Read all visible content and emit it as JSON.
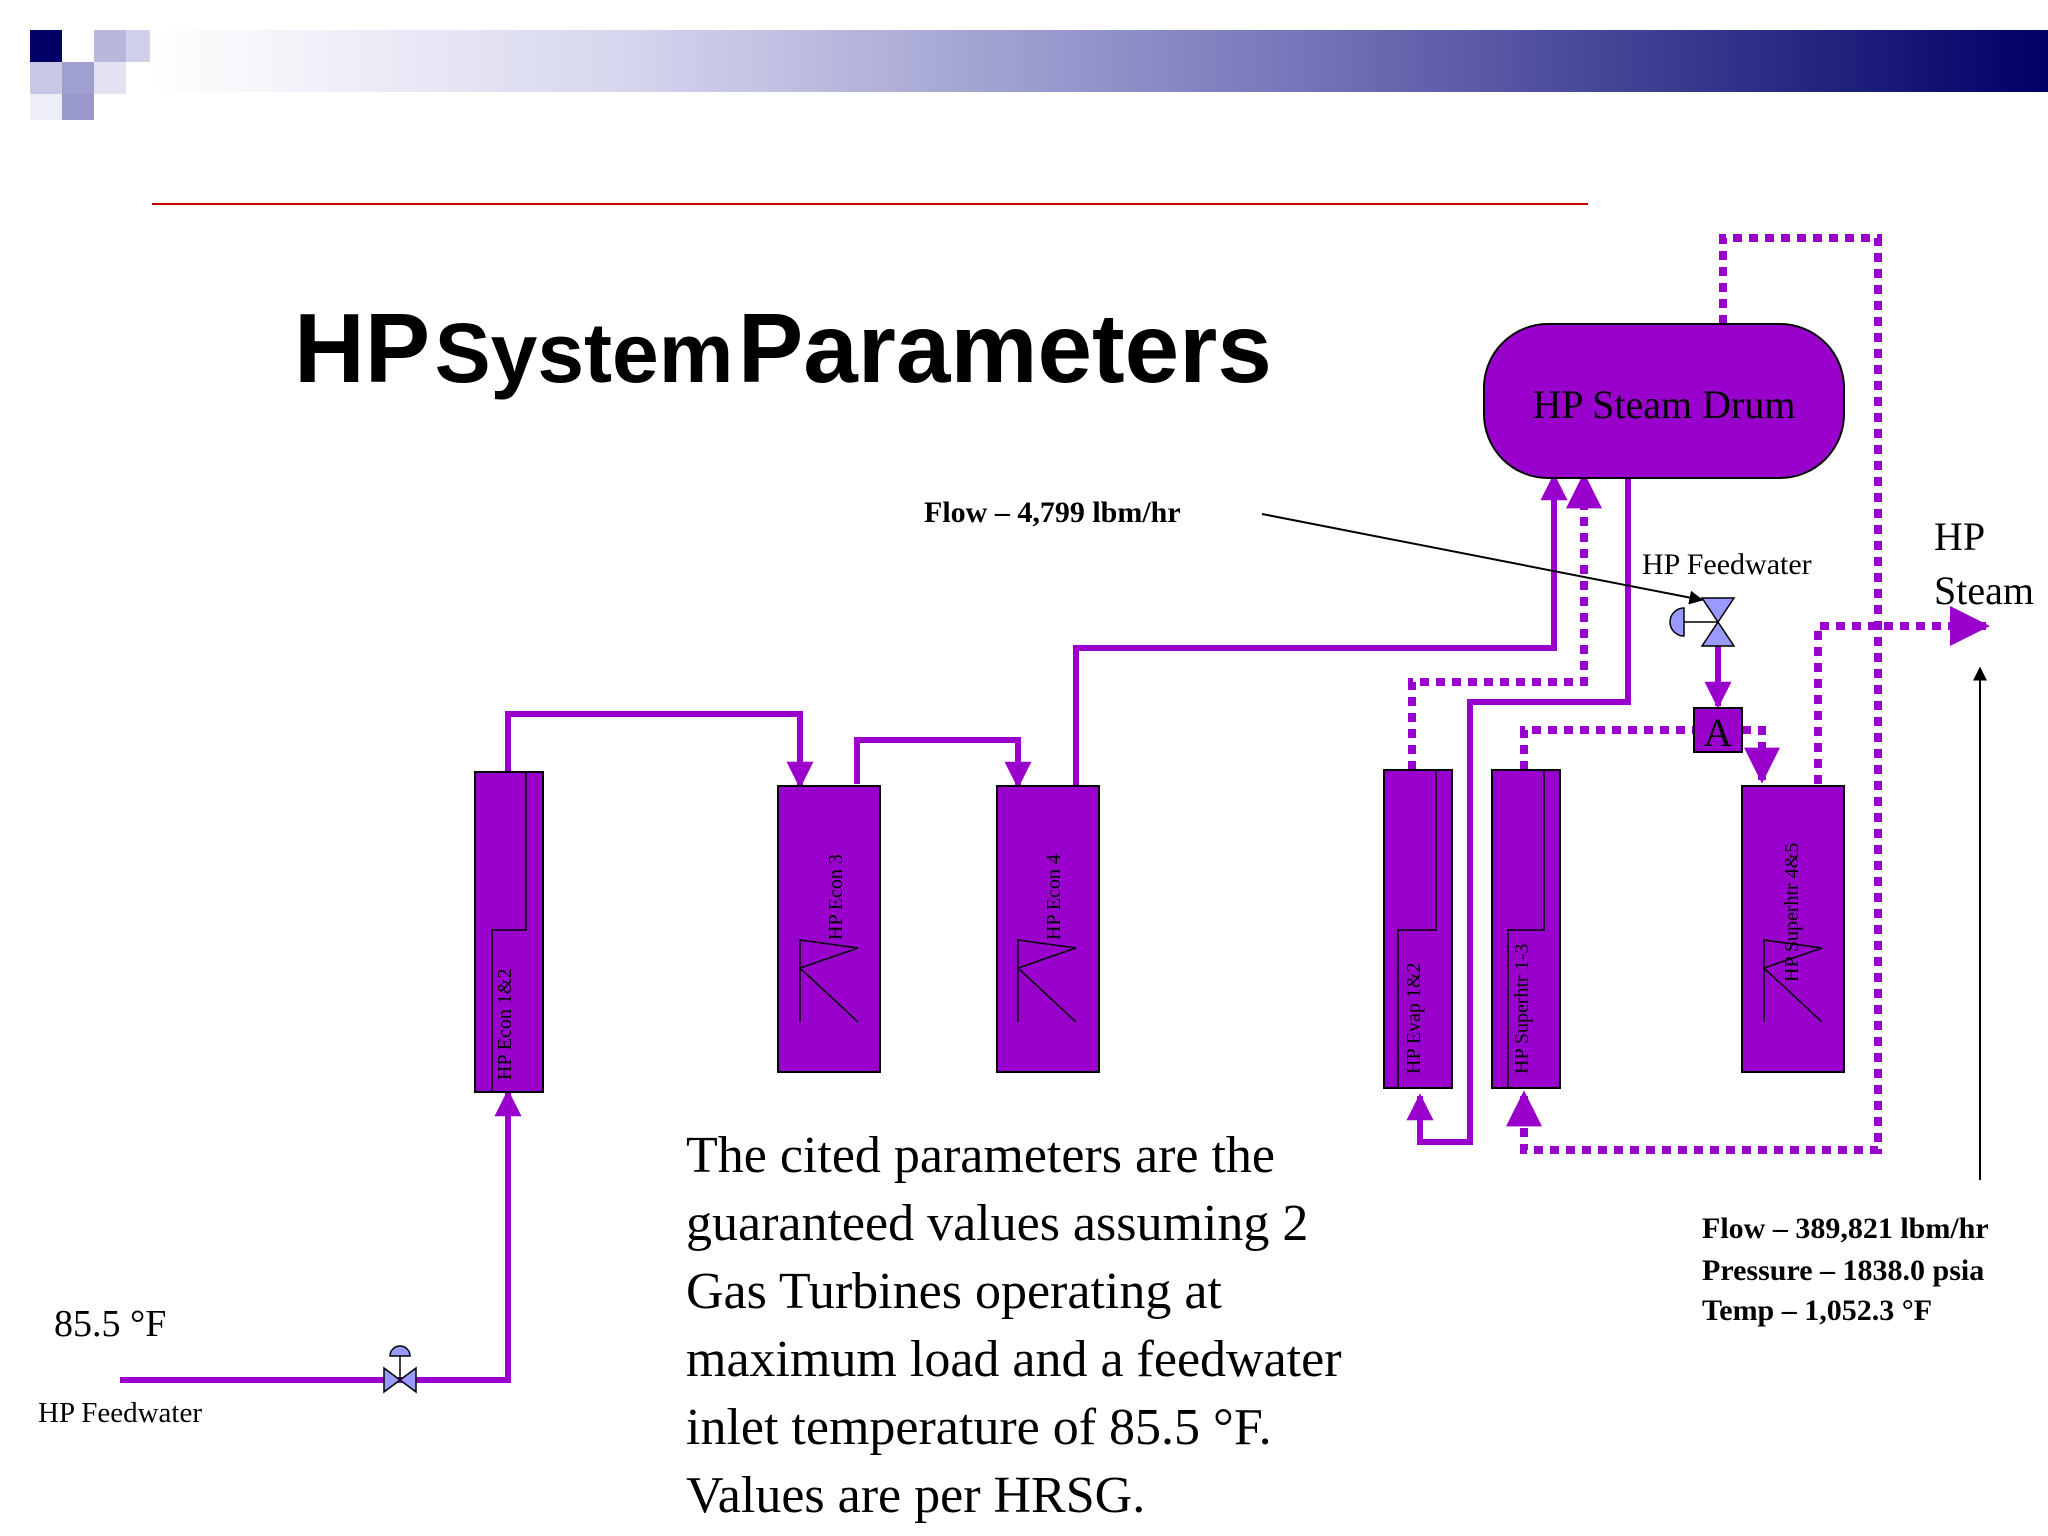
{
  "slide": {
    "title_part1": "HP",
    "title_part2": "System",
    "title_part3": "Parameters"
  },
  "diagram": {
    "steam_drum_label": "HP Steam Drum",
    "components": {
      "econ_1_2": "HP Econ 1&2",
      "econ_3": "HP Econ 3",
      "econ_4": "HP Econ 4",
      "evap_1_2": "HP Evap 1&2",
      "superhtr_1_3": "HP Superhtr 1-3",
      "superhtr_4_5": "HP Superhtr 4&5"
    },
    "attemperator_label": "A",
    "inlet_temp": "85.5 °F",
    "inlet_label": "HP Feedwater",
    "attemp_feedwater_label": "HP Feedwater",
    "attemp_flow": "Flow – 4,799 lbm/hr",
    "steam_outlet_line1": "HP",
    "steam_outlet_line2": "Steam",
    "outlet_params": [
      "Flow – 389,821 lbm/hr",
      "Pressure – 1838.0 psia",
      "Temp – 1,052.3 °F"
    ]
  },
  "note_lines": [
    "The cited parameters are the",
    "guaranteed values assuming 2",
    "Gas Turbines operating at",
    "maximum load and a feedwater",
    "inlet temperature of 85.5 °F.",
    "Values are per HRSG."
  ],
  "colors": {
    "component_fill": "#9900cc",
    "pipe": "#9900cc",
    "valve": "#9999ff",
    "header_dark": "#000066",
    "title_rule": "#cc0000"
  }
}
